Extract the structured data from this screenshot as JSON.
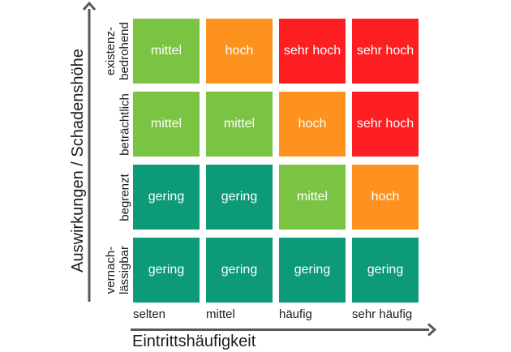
{
  "chart_data": {
    "type": "heatmap",
    "xlabel": "Eintrittshäufigkeit",
    "ylabel": "Auswirkungen / Schadenshöhe",
    "x_categories": [
      "selten",
      "mittel",
      "häufig",
      "sehr häufig"
    ],
    "y_categories_top_to_bottom": [
      {
        "lines": [
          "existenz-",
          "bedrohend"
        ]
      },
      {
        "lines": [
          "beträchtlich"
        ]
      },
      {
        "lines": [
          "begrenzt"
        ]
      },
      {
        "lines": [
          "vernach-",
          "lässigbar"
        ]
      }
    ],
    "cells_top_to_bottom": [
      [
        "mittel",
        "hoch",
        "sehr hoch",
        "sehr hoch"
      ],
      [
        "mittel",
        "mittel",
        "hoch",
        "sehr hoch"
      ],
      [
        "gering",
        "gering",
        "mittel",
        "hoch"
      ],
      [
        "gering",
        "gering",
        "gering",
        "gering"
      ]
    ],
    "level_colors": {
      "gering": "#0c9a78",
      "mittel": "#7bc342",
      "hoch": "#fd921f",
      "sehr hoch": "#fc1e23"
    },
    "cell_text_color": "#ffffff",
    "axis_color": "#58595b",
    "label_color": "#1d1d1b",
    "legend_position": "none",
    "grid": false
  }
}
